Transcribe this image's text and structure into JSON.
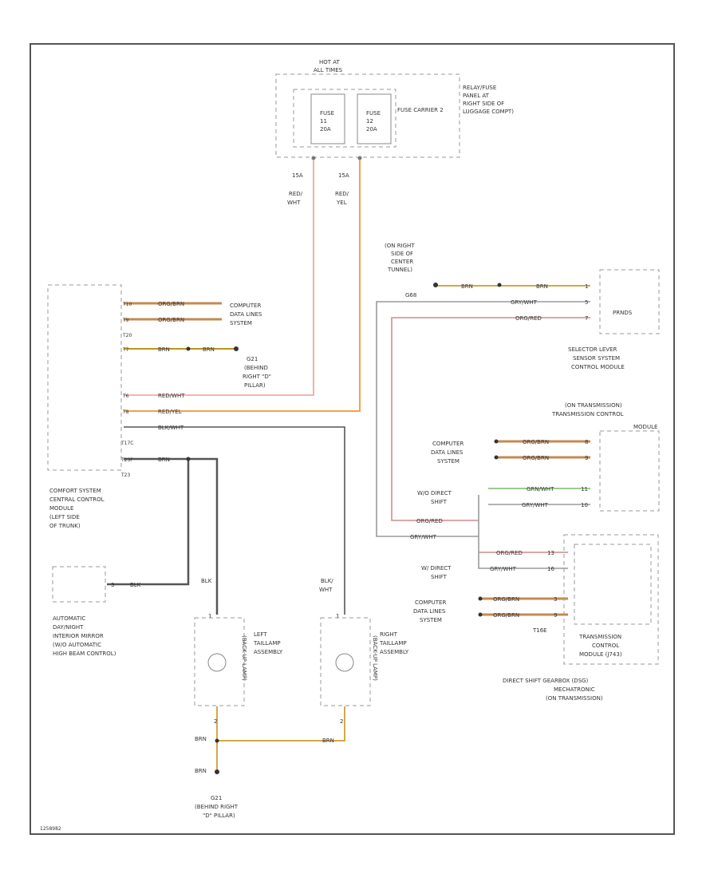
{
  "colors": {
    "red_wht": "#f29a9a",
    "red_yel": "#f5a04a",
    "org_brn": "#c48a52",
    "brn": "#b8961e",
    "blk": "#555555",
    "gry_wht": "#9a9a9a",
    "grn": "#7cb86a",
    "org_red": "#d28a8a",
    "tan": "#d4a84a"
  },
  "fuse_panel": {
    "hot_at": "HOT AT",
    "all_times": "ALL TIMES",
    "fuse1": [
      "FUSE",
      "11",
      "20A"
    ],
    "fuse2": [
      "FUSE",
      "12",
      "20A"
    ],
    "fuse_carrier": "FUSE CARRIER 2",
    "relay_lines": [
      "RELAY/FUSE",
      "PANEL AT",
      "RIGHT SIDE OF",
      "LUGGAGE COMPT)"
    ],
    "f1_amp": "15A",
    "f1_color": [
      "RED/",
      "WHT"
    ],
    "f2_amp": "15A",
    "f2_color": [
      "RED/",
      "YEL"
    ]
  },
  "ground_top": {
    "lines": [
      "(ON RIGHT",
      "SIDE OF",
      "CENTER",
      "TUNNEL)"
    ],
    "code": "G68",
    "w1": "BRN",
    "w2": "BRN"
  },
  "selector": {
    "module": "PRNDS",
    "pins": [
      "1",
      "5",
      "7"
    ],
    "w_gry": "GRY/WHT",
    "w_org": "ORG/RED",
    "lines": [
      "SELECTOR LEVER",
      "SENSOR SYSTEM",
      "CONTROL MODULE"
    ]
  },
  "comfort": {
    "pins": [
      "T10",
      "T9",
      "T20",
      "T7",
      "T6",
      "T8",
      "T17C",
      "T23",
      "T23F"
    ],
    "wires": [
      "ORG/BRN",
      "ORG/BRN",
      "BRN",
      "BRN",
      "RED/WHT",
      "RED/YEL",
      "BLK/WHT",
      "BRN"
    ],
    "computer": [
      "COMPUTER",
      "DATA LINES",
      "SYSTEM"
    ],
    "g_lines": [
      "G21",
      "(BEHIND",
      "RIGHT \"D\"",
      "PILLAR)"
    ],
    "lines": [
      "COMFORT SYSTEM",
      "CENTRAL CONTROL",
      "MODULE",
      "(LEFT SIDE",
      "OF TRUNK)"
    ]
  },
  "tcm": {
    "header": [
      "(ON TRANSMISSION)",
      "TRANSMISSION CONTROL",
      "MODULE"
    ],
    "computer": [
      "COMPUTER",
      "DATA LINES",
      "SYSTEM"
    ],
    "wires": [
      "ORG/BRN",
      "ORG/BRN",
      "GRN/WHT",
      "GRY/WHT"
    ],
    "pins": [
      "8",
      "9",
      "11",
      "10"
    ],
    "w_direct": [
      "W/O DIRECT",
      "SHIFT"
    ],
    "w_org": "ORG/RED",
    "w_gry": "GRY/WHT"
  },
  "mech": {
    "w_direct": [
      "W/ DIRECT",
      "SHIFT"
    ],
    "wires": [
      "ORG/RED",
      "GRY/WHT",
      "ORG/BRN",
      "ORG/BRN"
    ],
    "pins": [
      "13",
      "16",
      "3",
      "9"
    ],
    "computer": [
      "COMPUTER",
      "DATA LINES",
      "SYSTEM"
    ],
    "connector": "T16E",
    "lines": [
      "TRANSMISSION",
      "CONTROL",
      "MODULE (J743)"
    ],
    "dsg": [
      "DIRECT SHIFT GEARBOX (DSG)",
      "MECHATRONIC",
      "(ON TRANSMISSION)"
    ]
  },
  "mirror": {
    "pin": "3",
    "wire": "BLK",
    "lines": [
      "AUTOMATIC",
      "DAY/NIGHT",
      "INTERIOR MIRROR",
      "(W/O AUTOMATIC",
      "HIGH BEAM CONTROL)"
    ]
  },
  "lamps": {
    "left_wire": "BLK",
    "right_wire": [
      "BLK/",
      "WHT"
    ],
    "pin": "1",
    "left_label": [
      "LEFT",
      "TAILLAMP",
      "ASSEMBLY"
    ],
    "right_label": [
      "RIGHT",
      "TAILLAMP",
      "ASSEMBLY"
    ],
    "backup": "(BACK-UP LAMP)",
    "pin2": "2",
    "brn": "BRN",
    "brn2": "BRN",
    "brn3": "BRN"
  },
  "ground_bottom": {
    "lines": [
      "G21",
      "(BEHIND RIGHT",
      "\"D\" PILLAR)"
    ]
  },
  "corner_id": "1258982"
}
